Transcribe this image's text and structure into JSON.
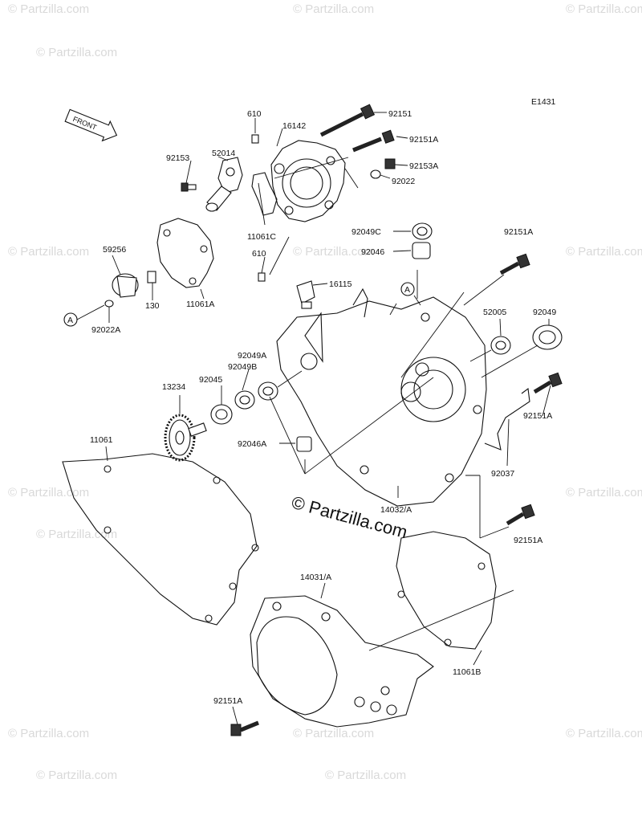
{
  "diagram_code": "E1431",
  "front_label": "FRONT",
  "ref_marker": "A",
  "center_watermark": "© Partzilla.com",
  "bg_watermark": "© Partzilla.com",
  "callouts": {
    "p610_top": "610",
    "p16142": "16142",
    "p92151": "92151",
    "p92151A_1": "92151A",
    "p92153": "92153",
    "p52014": "52014",
    "p92153A": "92153A",
    "p92022": "92022",
    "p11061C": "11061C",
    "p92049C": "92049C",
    "p92151A_2": "92151A",
    "p59256": "59256",
    "p92046": "92046",
    "p610_bot": "610",
    "p16115": "16115",
    "p11061A": "11061A",
    "p130": "130",
    "p92022A": "92022A",
    "p52005": "52005",
    "p92049": "92049",
    "p92049A": "92049A",
    "p92049B": "92049B",
    "p13234": "13234",
    "p92045": "92045",
    "p92151A_3": "92151A",
    "p11061": "11061",
    "p92046A": "92046A",
    "p92037": "92037",
    "p14032A": "14032/A",
    "p92151A_4": "92151A",
    "p14031A": "14031/A",
    "p11061B": "11061B",
    "p92151A_5": "92151A"
  }
}
